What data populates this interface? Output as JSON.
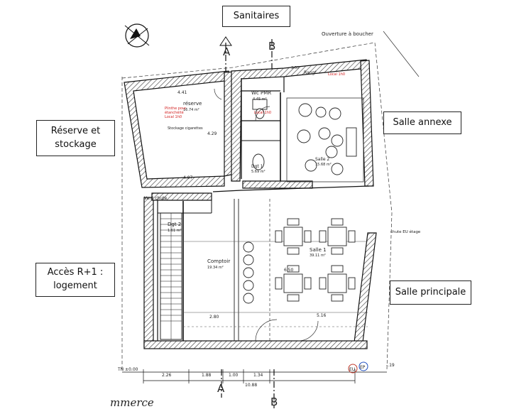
{
  "callouts": {
    "sanitaires": "Sanitaires",
    "reserve": "Réserve et stockage",
    "salle_annexe": "Salle annexe",
    "acces": "Accès R+1 : logement",
    "salle_principale": "Salle principale"
  },
  "plan_labels": {
    "reserve_title": "réserve",
    "reserve_area": "16.74 m²",
    "reserve_stock": "Stockage cigarettes",
    "reserve_red1": "Plinthe pour",
    "reserve_red2": "étanchéité",
    "reserve_red3": "Local 1h0",
    "dim_441": "4.41",
    "dim_407": "4.07",
    "dim_429": "4.29",
    "ouverture": "Ouverture à boucher",
    "dim_360": "3.60",
    "rangt": "Rangt",
    "local_red": "Local 1h0",
    "wc_pmr": "Wc PMR",
    "wc_area": "4.45 m²",
    "dgt1": "Dgt 1",
    "dgt1_area": "5.69 m²",
    "salle2": "Salle 2",
    "salle2_area": "15.68 m²",
    "dgt2": "Dgt 2",
    "dgt2_area": "1.61 m²",
    "vent_chute": "Vent chute",
    "comptoir": "Comptoir",
    "comptoir_area": "19.34 m²",
    "salle1": "Salle 1",
    "salle1_area": "39.11 m²",
    "chute_eu": "chute EU étage",
    "dim_280": "2.80",
    "dim_516": "5.16",
    "dim_650": "6.50",
    "dim_226": "2.26",
    "dim_188": "1.88",
    "dim_100": "1.00",
    "dim_134": "1.34",
    "dim_1088": "10.88",
    "cote_tn": "TN ±0.00",
    "cote_19": "-.19",
    "marker_a": "A",
    "marker_b": "B",
    "bottom_text": "mmerce",
    "eu": "EU",
    "ep": "EP"
  }
}
